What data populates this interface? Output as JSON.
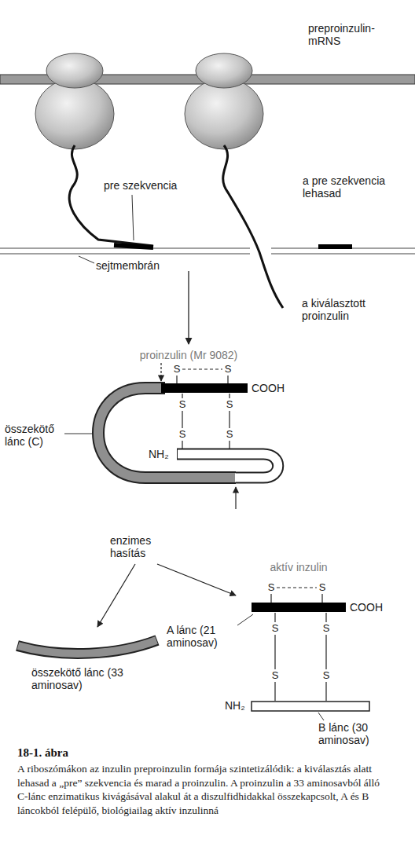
{
  "diagram": {
    "title": "18-1. ábra",
    "caption": "A riboszómákon az inzulin preproinzulin formája szintetizálódik: a kiválasztás alatt lehasad a „pre” szekvencia és marad a proinzulin. A proinzulin a 33 aminosavból álló C-lánc enzimatikus kivágásával alakul át a diszulfidhidakkal összekapcsolt, A és B láncokból felépülő, biológiailag aktív inzulinná",
    "labels": [
      "preproinzulin-mRNS",
      "pre szekvencia",
      "a pre szekvencia lehasad",
      "sejtmembrán",
      "a kiválasztott proinzulin",
      "proinzulin (Mr 9082)",
      "S",
      "S",
      "S",
      "S",
      "S",
      "S",
      "COOH",
      "összekötő lánc (C)",
      "NH₂",
      "enzimes hasítás",
      "aktív inzulin",
      "S",
      "S",
      "S",
      "S",
      "S",
      "S",
      "COOH",
      "A lánc (21 aminosav)",
      "NH₂",
      "összekötő lánc (33 aminosav)",
      "B lánc (30 aminosav)"
    ]
  }
}
